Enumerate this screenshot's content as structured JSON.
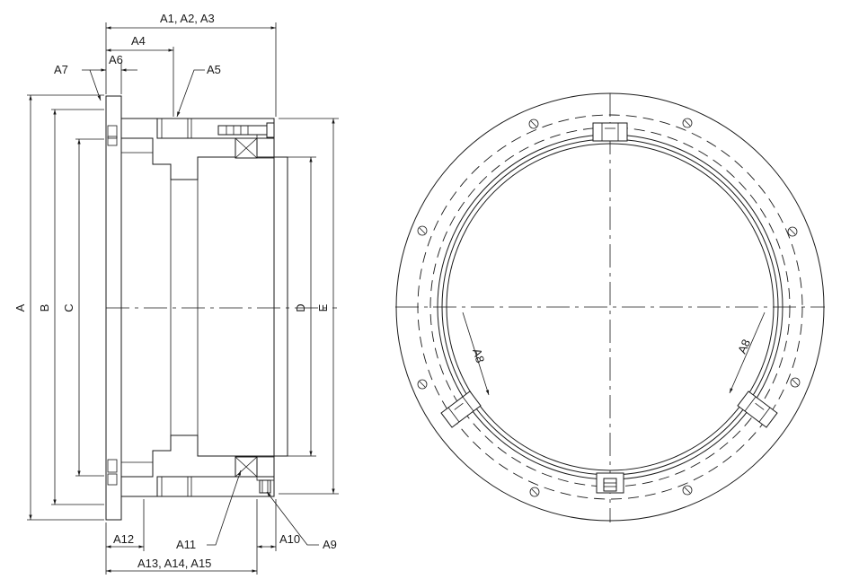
{
  "side_view": {
    "top_dims": [
      "A1, A2, A3",
      "A4",
      "A6"
    ],
    "leaders": [
      "A7",
      "A5",
      "A11",
      "A9"
    ],
    "vertical_dims": [
      "A",
      "B",
      "C",
      "D",
      "E"
    ],
    "bottom_dims": [
      "A12",
      "A10",
      "A13, A14, A15"
    ]
  },
  "front_view": {
    "labels": [
      "A8",
      "A8"
    ]
  }
}
